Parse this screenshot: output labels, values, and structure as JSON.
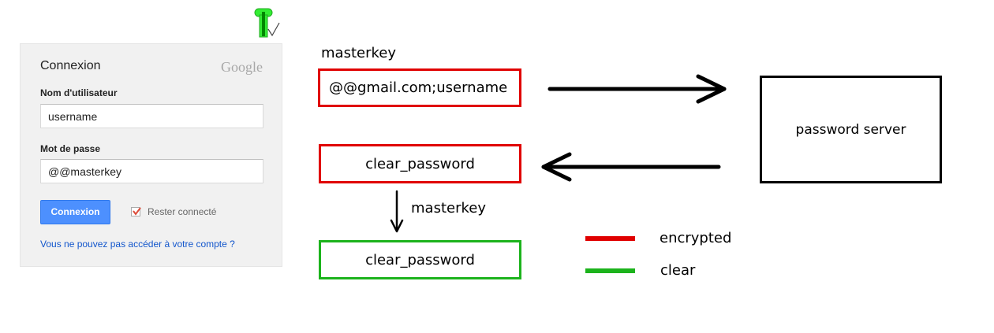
{
  "login": {
    "title": "Connexion",
    "brand": "Google",
    "username_label": "Nom d'utilisateur",
    "username_value": "username",
    "password_label": "Mot de passe",
    "password_value": "@@masterkey",
    "signin_button": "Connexion",
    "remember_label": "Rester connecté",
    "remember_checked": true,
    "help_link": "Vous ne pouvez pas accéder à votre compte ?"
  },
  "diagram": {
    "masterkey_top_label": "masterkey",
    "email_box_text": "@@gmail.com;username",
    "server_box_text": "password server",
    "encrypted_password_box_text": "clear_password",
    "decrypt_label": "masterkey",
    "clear_password_box_text": "clear_password",
    "legend": [
      {
        "label": "encrypted",
        "color": "#e00000"
      },
      {
        "label": "clear",
        "color": "#1cb31c"
      }
    ]
  },
  "colors": {
    "encrypted": "#e00000",
    "clear": "#1cb31c",
    "accent_button": "#4d90fe",
    "link": "#1155cc"
  },
  "icons": [
    "key-icon",
    "checkmark-icon",
    "arrow-right-icon",
    "arrow-left-icon",
    "arrow-down-icon"
  ]
}
